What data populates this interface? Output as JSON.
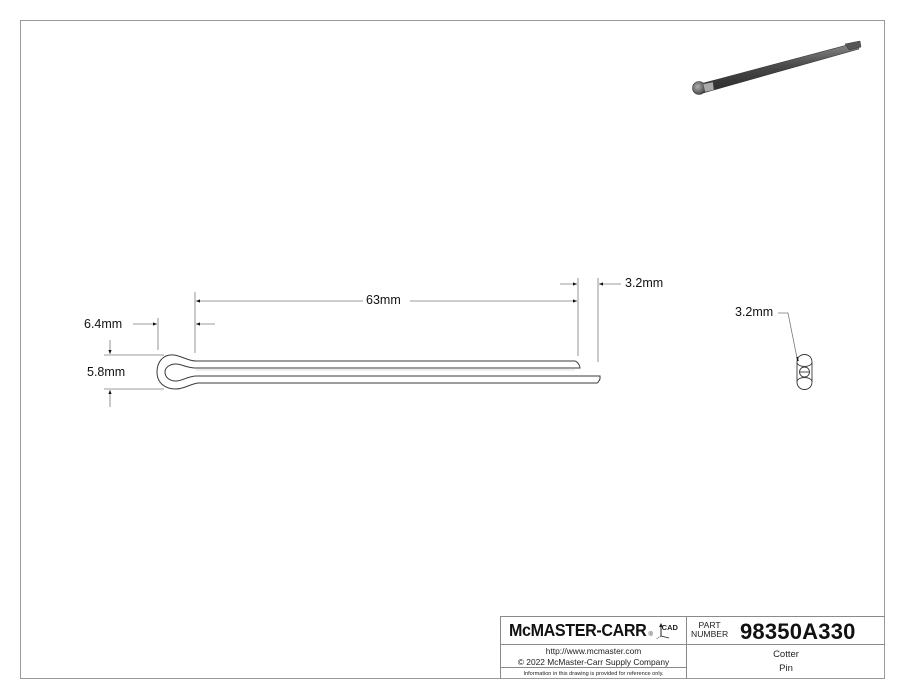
{
  "drawing": {
    "dimensions": {
      "length": "63mm",
      "tip_offset": "3.2mm",
      "head_length": "6.4mm",
      "head_height": "5.8mm",
      "end_view_diameter": "3.2mm"
    },
    "line_color": "#7a7a7a",
    "outline_color": "#3a3a3a"
  },
  "title_block": {
    "logo": {
      "brand": "McMASTER-CARR",
      "registered": "®",
      "cad_mark": "CAD"
    },
    "url": "http://www.mcmaster.com",
    "copyright": "© 2022 McMaster-Carr Supply Company",
    "disclaimer": "Information in this drawing is provided for reference only.",
    "part_label_line1": "PART",
    "part_label_line2": "NUMBER",
    "part_number": "98350A330",
    "description_line1": "Cotter",
    "description_line2": "Pin"
  }
}
